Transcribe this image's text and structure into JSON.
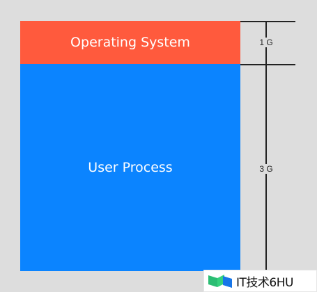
{
  "diagram": {
    "blocks": [
      {
        "label": "Operating System",
        "color": "#ff5a3d"
      },
      {
        "label": "User Process",
        "color": "#0b84ff"
      }
    ],
    "scale": {
      "os_size": "1 G",
      "user_size": "3 G"
    }
  },
  "watermark": {
    "text": "IT技术6HU",
    "logo_icon": "brand-logo-icon",
    "colors": {
      "green": "#2bbd73",
      "blue": "#1776e8"
    }
  }
}
